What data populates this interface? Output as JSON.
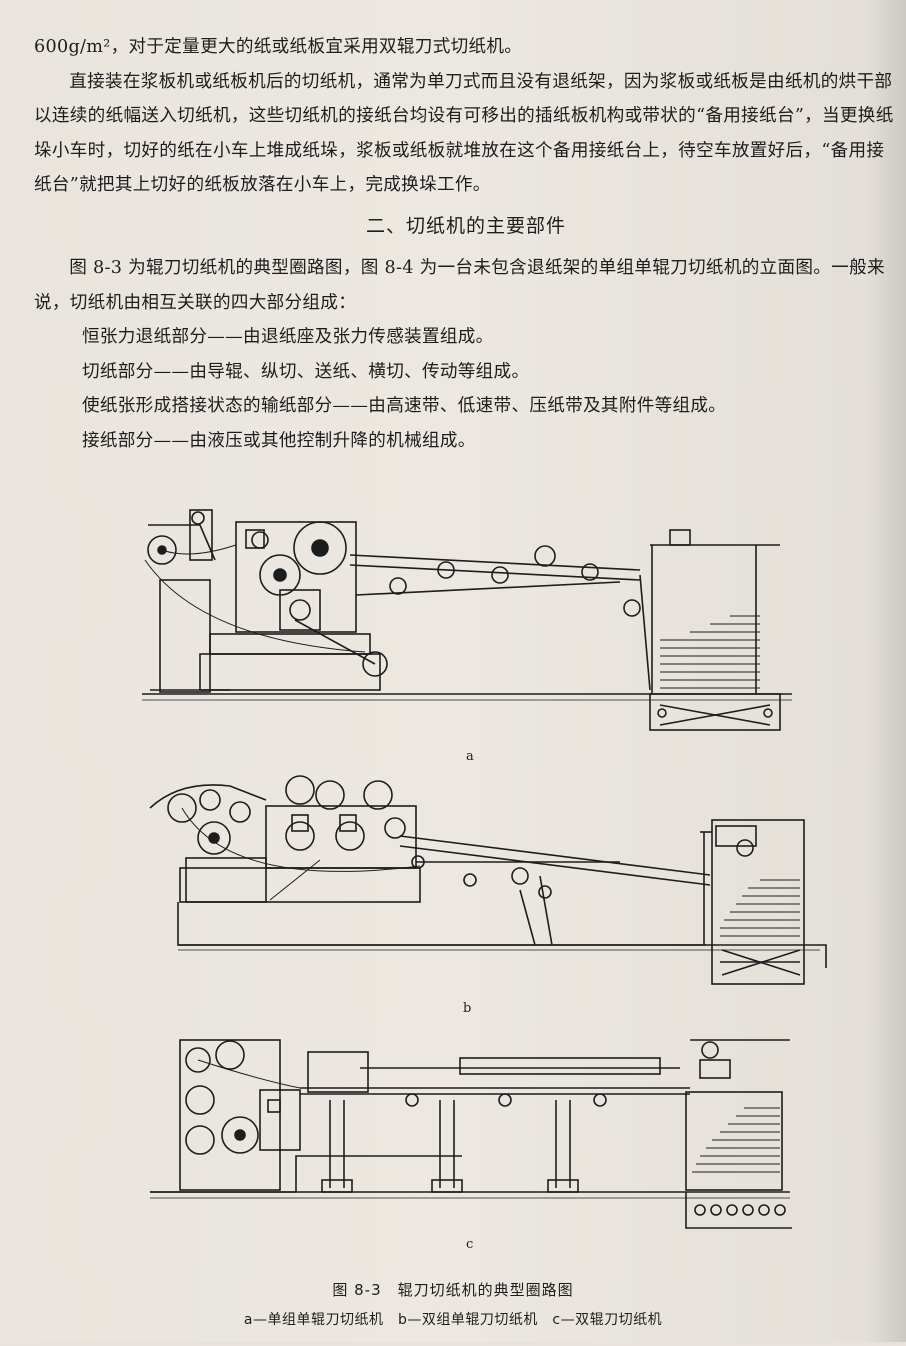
{
  "text": {
    "p1": "600g/m²，对于定量更大的纸或纸板宜采用双辊刀式切纸机。",
    "p2": "直接装在浆板机或纸板机后的切纸机，通常为单刀式而且没有退纸架，因为浆板或纸板是由纸机的烘干部以连续的纸幅送入切纸机，这些切纸机的接纸台均设有可移出的插纸板机构或带状的“备用接纸台”，当更换纸垛小车时，切好的纸在小车上堆成纸垛，浆板或纸板就堆放在这个备用接纸台上，待空车放置好后，“备用接纸台”就把其上切好的纸板放落在小车上，完成换垛工作。",
    "heading": "二、切纸机的主要部件",
    "p3": "图 8-3 为辊刀切纸机的典型圈路图，图 8-4 为一台未包含退纸架的单组单辊刀切纸机的立面图。一般来说，切纸机由相互关联的四大部分组成：",
    "l1": "恒张力退纸部分——由退纸座及张力传感装置组成。",
    "l2": "切纸部分——由导辊、纵切、送纸、横切、传动等组成。",
    "l3": "使纸张形成搭接状态的输纸部分——由高速带、低速带、压纸带及其附件等组成。",
    "l4": "接纸部分——由液压或其他控制升降的机械组成。"
  },
  "figure": {
    "label_a": "a",
    "label_b": "b",
    "label_c": "c",
    "caption": "图 8-3　辊刀切纸机的典型圈路图",
    "subcaption": "a—单组单辊刀切纸机　b—双组单辊刀切纸机　c—双辊刀切纸机"
  },
  "colors": {
    "ink": "#1d1d1d",
    "paper": "#e9e5de"
  }
}
